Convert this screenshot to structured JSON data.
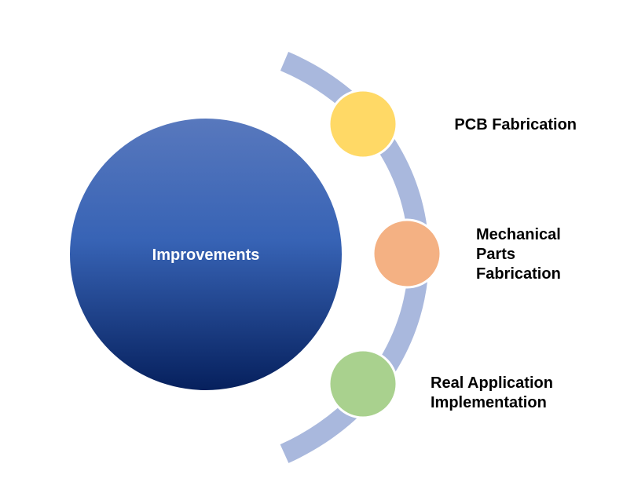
{
  "center": {
    "label": "Improvements",
    "color_top": "#5878bd",
    "color_mid": "#3763b5",
    "color_bottom": "#06205d"
  },
  "arc": {
    "color": "#a9b8dd"
  },
  "items": [
    {
      "lines": [
        "PCB Fabrication"
      ],
      "color": "#ffd966"
    },
    {
      "lines": [
        "Mechanical",
        "Parts",
        "Fabrication"
      ],
      "color": "#f4b183"
    },
    {
      "lines": [
        "Real Application",
        "Implementation"
      ],
      "color": "#a9d18e"
    }
  ]
}
